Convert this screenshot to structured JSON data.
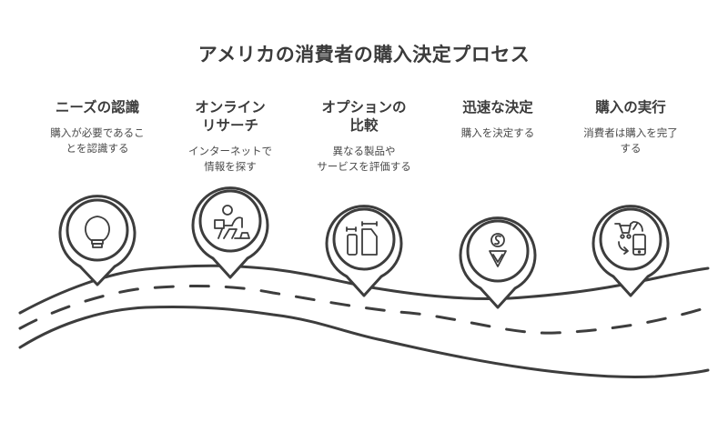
{
  "title": "アメリカの消費者の購入決定プロセス",
  "colors": {
    "stroke": "#3d3d3d",
    "text": "#3b3b3b",
    "background": "#ffffff"
  },
  "steps": [
    {
      "title": "ニーズの認識",
      "title_lines": [
        "ニーズの認識"
      ],
      "desc_lines": [
        "購入が必要であるこ",
        "とを認識する"
      ],
      "icon": "lightbulb-icon"
    },
    {
      "title": "オンラインリサーチ",
      "title_lines": [
        "オンライン",
        "リサーチ"
      ],
      "desc_lines": [
        "インターネットで",
        "情報を探す"
      ],
      "icon": "person-laptop-icon"
    },
    {
      "title": "オプションの比較",
      "title_lines": [
        "オプションの",
        "比較"
      ],
      "desc_lines": [
        "異なる製品や",
        "サービスを評価する"
      ],
      "icon": "compare-sizes-icon"
    },
    {
      "title": "迅速な決定",
      "title_lines": [
        "迅速な決定"
      ],
      "desc_lines": [
        "購入を決定する"
      ],
      "icon": "dollar-decision-icon"
    },
    {
      "title": "購入の実行",
      "title_lines": [
        "購入の実行"
      ],
      "desc_lines": [
        "消費者は購入を完了",
        "する"
      ],
      "icon": "cart-phone-exchange-icon"
    }
  ]
}
